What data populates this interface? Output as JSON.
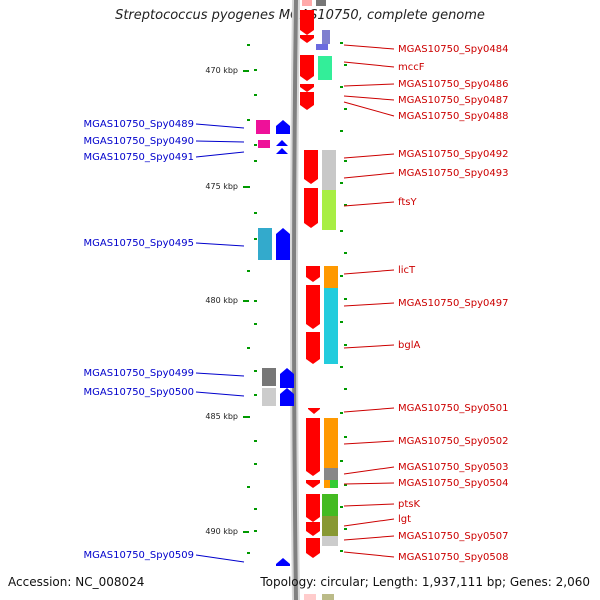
{
  "title": "Streptococcus pyogenes MGAS10750, complete genome",
  "footer": {
    "accession": "Accession: NC_008024",
    "summary": "Topology: circular; Length: 1,937,111 bp; Genes: 2,060"
  },
  "ticks": [
    "470 kbp",
    "475 kbp",
    "480 kbp",
    "485 kbp",
    "490 kbp"
  ],
  "genes_right": [
    {
      "label": "MGAS10750_Spy0484"
    },
    {
      "label": "mccF"
    },
    {
      "label": "MGAS10750_Spy0486"
    },
    {
      "label": "MGAS10750_Spy0487"
    },
    {
      "label": "MGAS10750_Spy0488"
    },
    {
      "label": "MGAS10750_Spy0492"
    },
    {
      "label": "MGAS10750_Spy0493"
    },
    {
      "label": "ftsY"
    },
    {
      "label": "licT"
    },
    {
      "label": "MGAS10750_Spy0497"
    },
    {
      "label": "bglA"
    },
    {
      "label": "MGAS10750_Spy0501"
    },
    {
      "label": "MGAS10750_Spy0502"
    },
    {
      "label": "MGAS10750_Spy0503"
    },
    {
      "label": "MGAS10750_Spy0504"
    },
    {
      "label": "ptsK"
    },
    {
      "label": "lgt"
    },
    {
      "label": "MGAS10750_Spy0507"
    },
    {
      "label": "MGAS10750_Spy0508"
    }
  ],
  "genes_left": [
    {
      "label": "MGAS10750_Spy0489"
    },
    {
      "label": "MGAS10750_Spy0490"
    },
    {
      "label": "MGAS10750_Spy0491"
    },
    {
      "label": "MGAS10750_Spy0495"
    },
    {
      "label": "MGAS10750_Spy0499"
    },
    {
      "label": "MGAS10750_Spy0500"
    },
    {
      "label": "MGAS10750_Spy0509"
    }
  ],
  "colors": {
    "forward_strand": "#ff0000",
    "reverse_strand": "#0000ff",
    "label_forward": "#cc0000",
    "label_reverse": "#0000cc",
    "backbone": "#808080",
    "tick_mark": "#009900"
  }
}
